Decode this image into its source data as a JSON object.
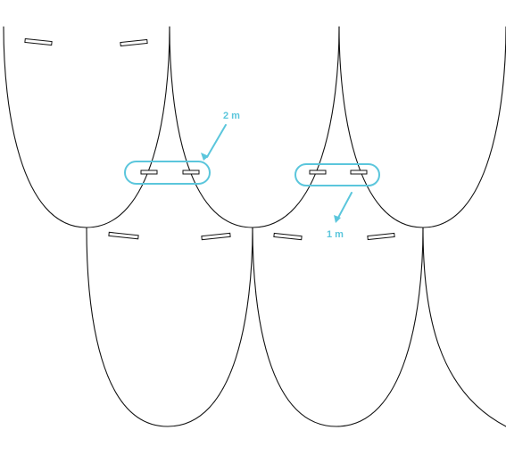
{
  "diagram": {
    "callouts": [
      {
        "id": "left-overlap",
        "label": "2 m"
      },
      {
        "id": "right-overlap",
        "label": "1 m"
      }
    ],
    "colors": {
      "accent": "#5bc6dc",
      "line": "#111111",
      "background": "#ffffff"
    }
  }
}
